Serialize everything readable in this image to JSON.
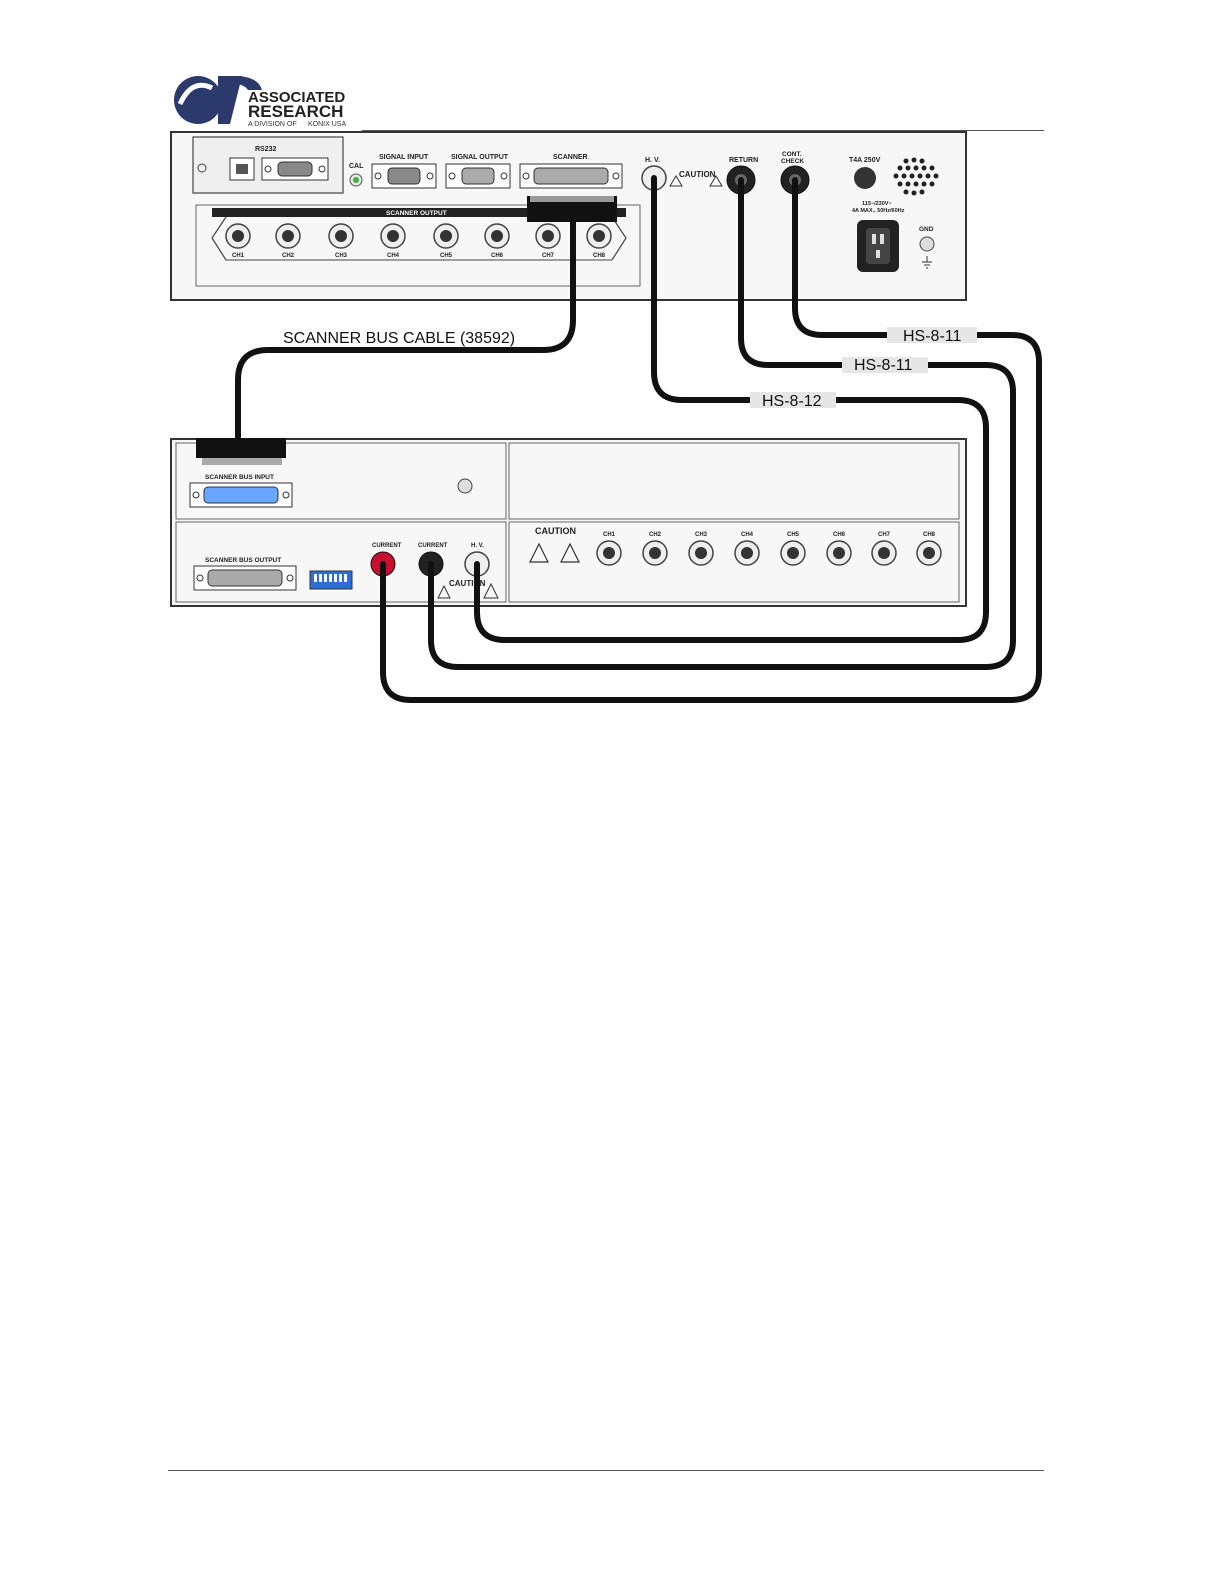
{
  "logo": {
    "line1": "ASSOCIATED",
    "line2": "RESEARCH",
    "line3": "A DIVISION OF",
    "line4": "KONIX USA"
  },
  "tester": {
    "rs232": "RS232",
    "cal": "CAL",
    "signal_input": "SIGNAL INPUT",
    "signal_output": "SIGNAL OUTPUT",
    "scanner": "SCANNER",
    "hv": "H. V.",
    "caution": "CAUTION",
    "return": "RETURN",
    "cont_check_1": "CONT.",
    "cont_check_2": "CHECK",
    "fuse": "T4A 250V",
    "power_1": "115~/230V~",
    "power_2": "4A MAX., 50Hz/60Hz",
    "gnd": "GND",
    "scanner_output": "SCANNER OUTPUT",
    "channels": [
      "CH1",
      "CH2",
      "CH3",
      "CH4",
      "CH5",
      "CH6",
      "CH7",
      "CH8"
    ]
  },
  "scanner_unit": {
    "bus_input": "SCANNER BUS INPUT",
    "bus_output": "SCANNER BUS OUTPUT",
    "current_red": "CURRENT",
    "current_black": "CURRENT",
    "hv": "H. V.",
    "caution": "CAUTION",
    "caution_small": "CAUTION",
    "channels": [
      "CH1",
      "CH2",
      "CH3",
      "CH4",
      "CH5",
      "CH6",
      "CH7",
      "CH8"
    ]
  },
  "cables": {
    "bus": "SCANNER BUS CABLE (38592)",
    "cont_check": "HS-8-11",
    "return": "HS-8-11",
    "hv": "HS-8-12"
  },
  "colors": {
    "cable": "#111111",
    "panel": "#f2f2f2",
    "red_jack": "#c8102e",
    "logo_blue": "#2b3a6b"
  }
}
